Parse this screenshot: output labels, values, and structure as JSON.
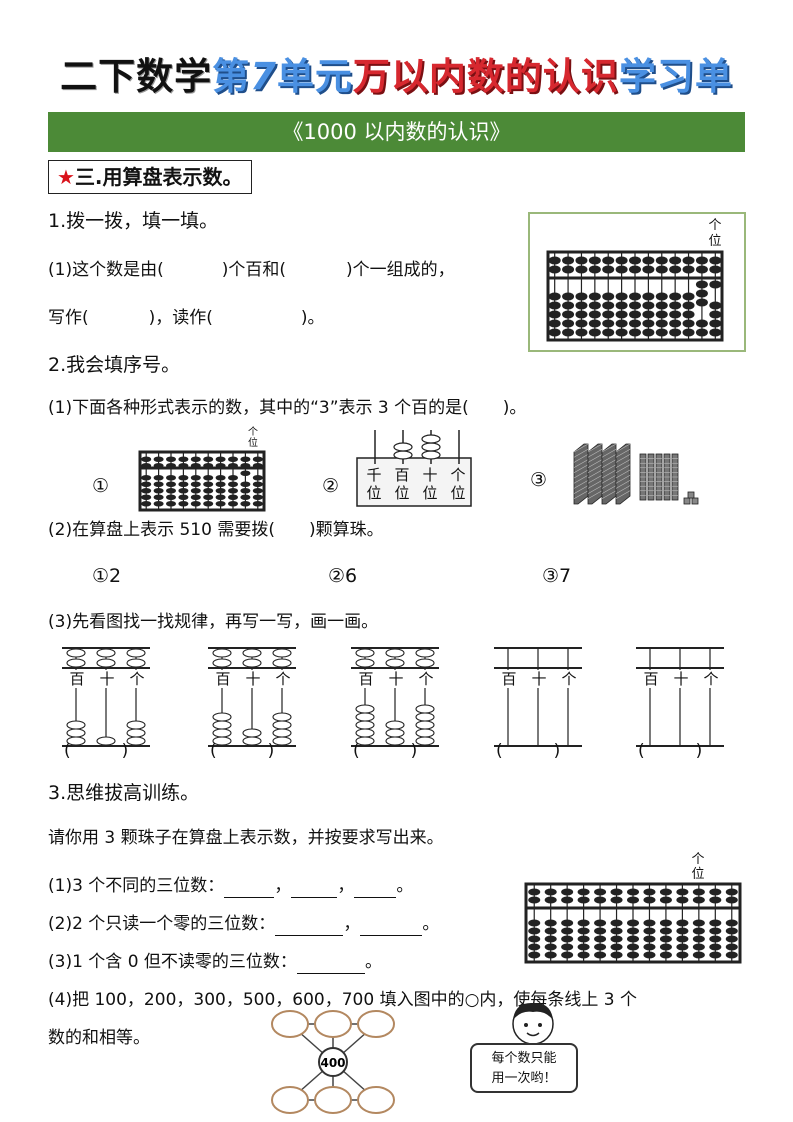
{
  "title": {
    "part1": "二下数学",
    "part2": "第",
    "part3": "7",
    "part4": "单元",
    "part5": "万以内数的认识",
    "part6": "学习单"
  },
  "banner": "《1000 以内数的认识》",
  "section": {
    "star": "★",
    "label": "三.用算盘表示数。"
  },
  "q1": {
    "heading": "1.拨一拨，填一填。",
    "line1": {
      "a": "(1)这个数是由(",
      "b": ")个百和(",
      "c": ")个一组成的，"
    },
    "line2": {
      "a": "写作(",
      "b": ")，读作(",
      "c": ")。"
    },
    "abacus_label": "个位"
  },
  "q2": {
    "heading": "2.我会填序号。",
    "p1": "(1)下面各种形式表示的数，其中的“3”表示 3 个百的是(　　)。",
    "options_img": [
      "①",
      "②",
      "③"
    ],
    "counter_labels": [
      "千位",
      "百位",
      "十位",
      "个位"
    ],
    "abacus_label": "个位",
    "p2": "(2)在算盘上表示 510 需要拨(　　)颗算珠。",
    "p2_options": [
      "①2",
      "②6",
      "③7"
    ],
    "p3": "(3)先看图找一找规律，再写一写，画一画。",
    "place_labels": [
      "百",
      "十",
      "个"
    ],
    "paren": "(　　　)"
  },
  "q3": {
    "heading": "3.思维拔高训练。",
    "intro": "请你用 3 颗珠子在算盘上表示数，并按要求写出来。",
    "s1": {
      "a": "(1)3 个不同的三位数：",
      "sep": "，",
      "end": "。"
    },
    "s2": {
      "a": "(2)2 个只读一个零的三位数：",
      "sep": "，",
      "end": "。"
    },
    "s3": {
      "a": "(3)1 个含 0 但不读零的三位数：",
      "end": "。"
    },
    "s4_line1": "(4)把 100，200，300，500，600，700 填入图中的○内，使每条线上 3 个",
    "s4_line2": "数的和相等。",
    "center_value": "400",
    "bubble": [
      "每个数只能",
      "用一次哟！"
    ],
    "abacus_label": "个位"
  }
}
